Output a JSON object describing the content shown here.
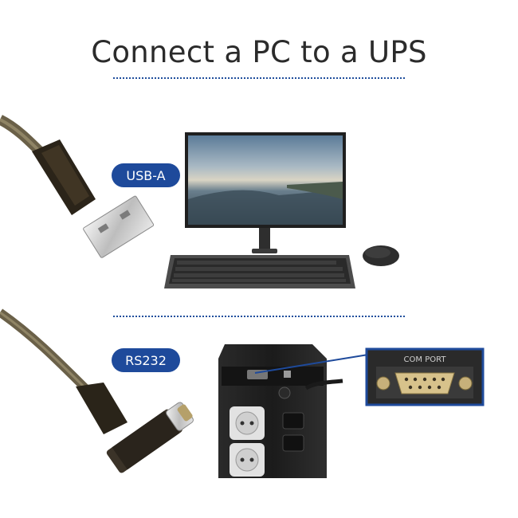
{
  "title": "Connect a PC to a UPS",
  "labels": {
    "usb": "USB-A",
    "rs232": "RS232"
  },
  "callout": {
    "port_label": "COM PORT"
  },
  "colors": {
    "accent": "#1e4a9b",
    "text": "#2b2b2b"
  },
  "icons": [
    "usb-a-plug-icon",
    "db9-connector-icon",
    "monitor-icon",
    "keyboard-icon",
    "mouse-icon",
    "ups-icon"
  ]
}
